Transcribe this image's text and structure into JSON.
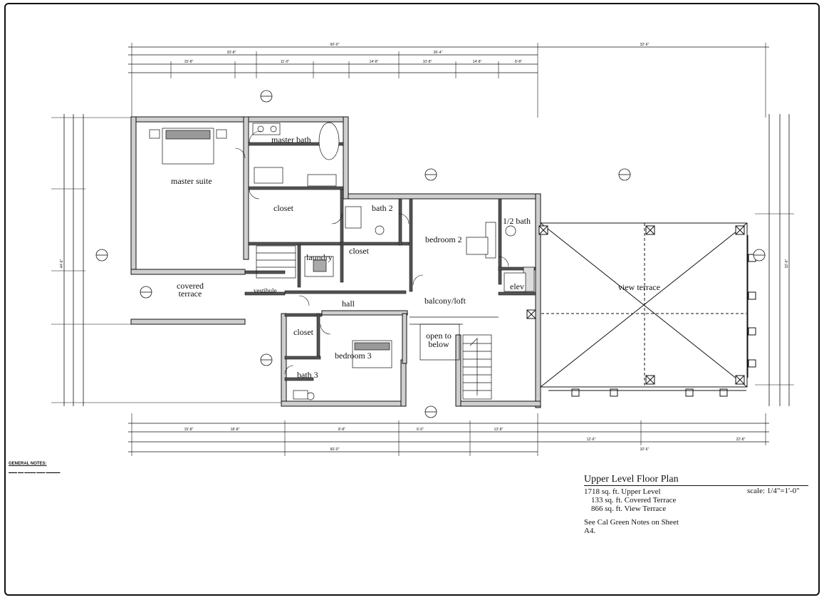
{
  "rooms": {
    "master_suite": "master suite",
    "master_bath": "master bath",
    "closet_master": "closet",
    "laundry": "laundry",
    "closet_mid": "closet",
    "bath2": "bath 2",
    "bedroom2": "bedroom 2",
    "half_bath": "1/2 bath",
    "elev": "elev",
    "covered_terrace": "covered terrace",
    "vestibule": "vestibule",
    "hall": "hall",
    "balcony_loft": "balcony/loft",
    "closet_br3": "closet",
    "bedroom3": "bedroom 3",
    "bath3": "bath 3",
    "open_to_below": "open to below",
    "view_terrace": "view terrace"
  },
  "general_notes": {
    "heading": "GENERAL NOTES:"
  },
  "title_block": {
    "title": "Upper Level Floor Plan",
    "scale": "scale: 1/4\"=1'-0\"",
    "areas": [
      "1718 sq. ft. Upper Level",
      "133 sq. ft. Covered Terrace",
      "866 sq. ft. View Terrace"
    ],
    "cal_green": "See Cal Green Notes on Sheet A4."
  },
  "dimensions": {
    "overall_top": "60'-0\"",
    "right_top": "32'-6\"",
    "left_sub": "33'-8\"",
    "right_sub": "26'-4\"",
    "bottom_overall": "60'-0\"",
    "bottom_right": "32'-6\"",
    "left_side": "44'-6\"",
    "right_side": "32'-6\"",
    "seg_top": [
      "15'-8\"",
      "11'-0\"",
      "14'-8\"",
      "10'-8\"",
      "14'-8\"",
      "8'-8\""
    ],
    "seg_bottom": [
      "15'-8\"",
      "18'-8\"",
      "8'-8\"",
      "6'-0\"",
      "13'-8\"",
      "12'-6\"",
      "22'-8\""
    ]
  }
}
